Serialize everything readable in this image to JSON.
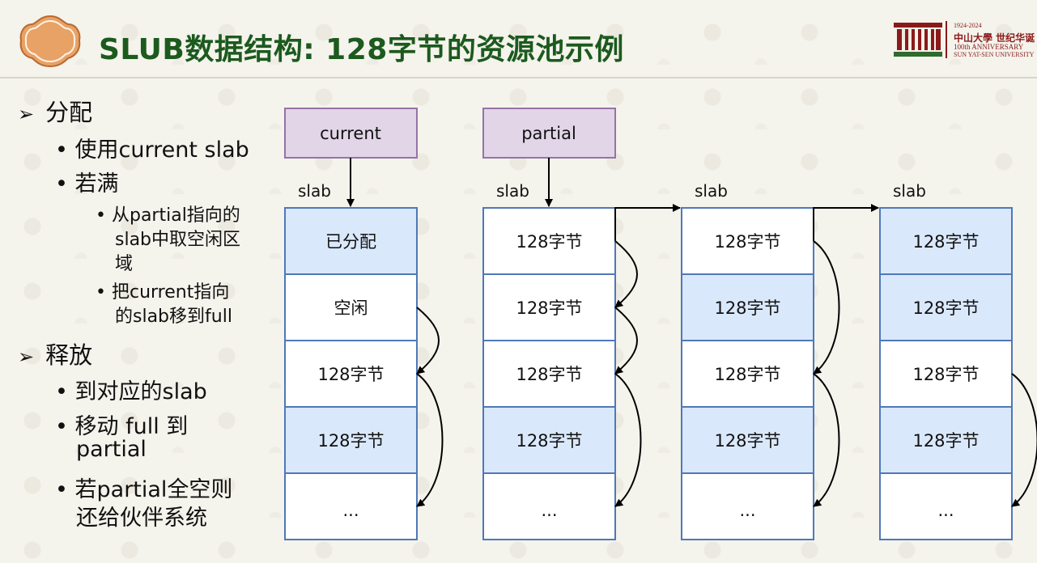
{
  "title": "SLUB数据结构: 128字节的资源池示例",
  "university": {
    "years": "1924-2024",
    "name_cn": "中山大學 世纪华诞",
    "anniversary": "100th ANNIVERSARY",
    "name_en": "SUN YAT-SEN UNIVERSITY"
  },
  "bullets": {
    "alloc": {
      "label": "分配",
      "use_current": "使用current slab",
      "if_full": "若满",
      "sub1": [
        "从partial指向的",
        "slab中取空闲区",
        "域"
      ],
      "sub2": [
        "把current指向",
        "的slab移到full"
      ]
    },
    "free": {
      "label": "释放",
      "item1": "到对应的slab",
      "item2": [
        "移动 full 到",
        "partial"
      ],
      "item3": [
        "若partial全空则",
        "还给伙伴系统"
      ]
    }
  },
  "diagram": {
    "pointers": [
      "current",
      "partial"
    ],
    "slab_label": "slab",
    "columns": [
      [
        "已分配",
        "空闲",
        "128字节",
        "128字节",
        "..."
      ],
      [
        "128字节",
        "128字节",
        "128字节",
        "128字节",
        "..."
      ],
      [
        "128字节",
        "128字节",
        "128字节",
        "128字节",
        "..."
      ],
      [
        "128字节",
        "128字节",
        "128字节",
        "128字节",
        "..."
      ]
    ],
    "colors": {
      "pointer_fill": "#e1d5e7",
      "pointer_stroke": "#9673a6",
      "cell_allocated": "#dae8fc",
      "cell_free": "#ffffff",
      "cell_stroke": "#4f78b8",
      "title_green": "#1c5a1e"
    }
  }
}
